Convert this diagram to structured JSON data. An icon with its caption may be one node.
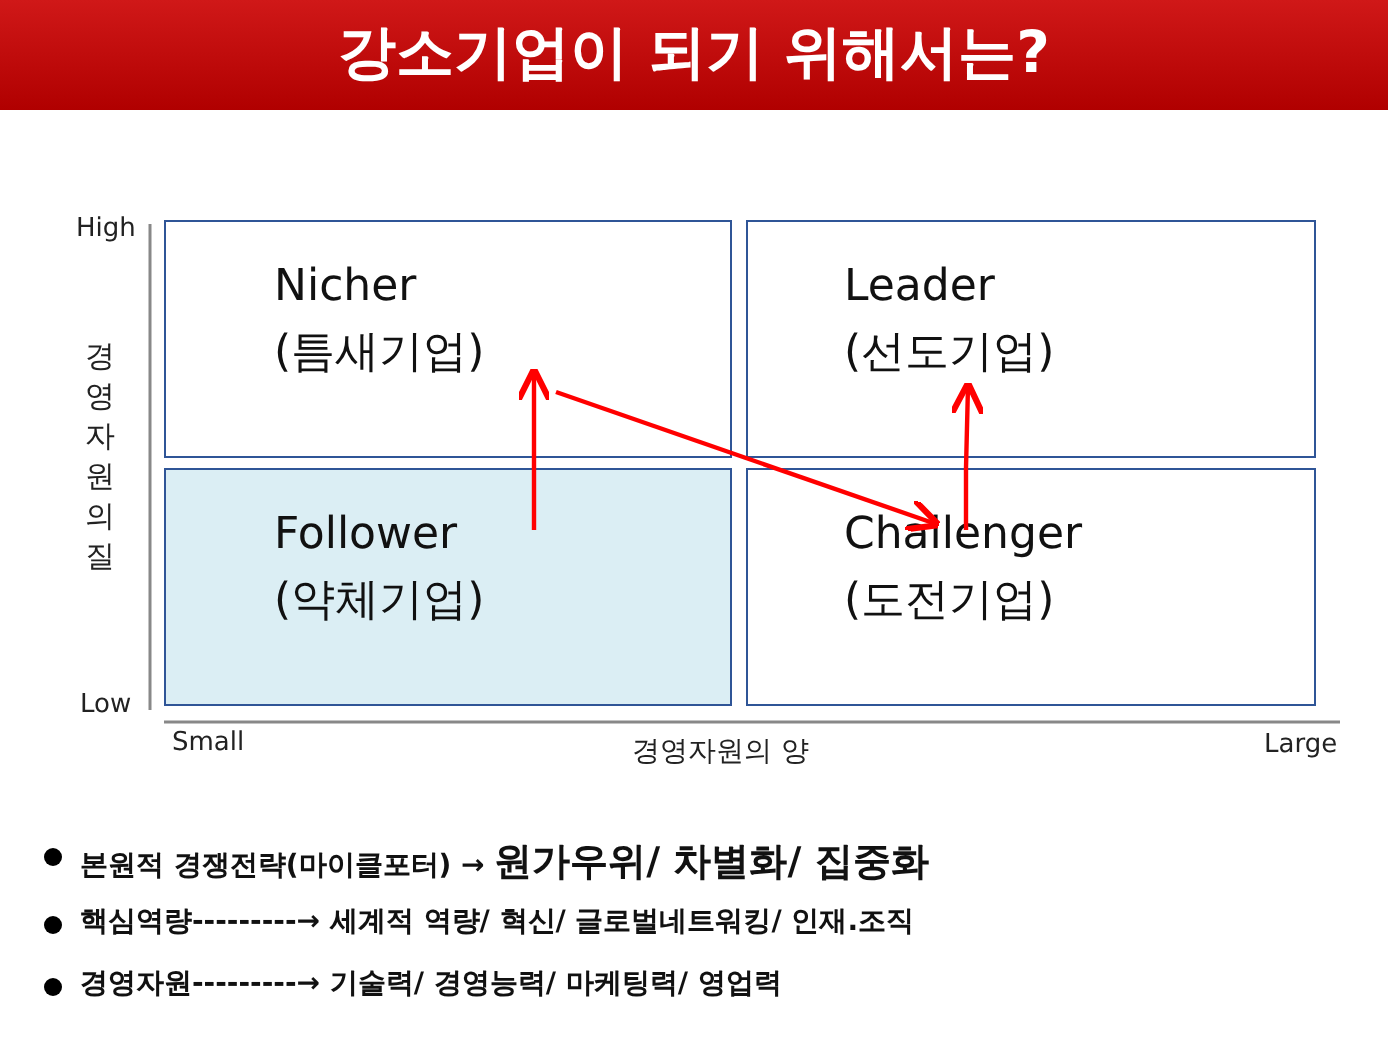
{
  "diagram": {
    "title": "강소기업이 되기 위해서는?",
    "nodes": [
      {
        "text": [
          "Nicher",
          "(틈새기업)"
        ]
      },
      {
        "text": [
          "Leader",
          "(선도기업)"
        ]
      },
      {
        "text": [
          "Follower",
          "(약체기업)"
        ]
      },
      {
        "text": [
          "Challenger",
          "(도전기업)"
        ]
      }
    ],
    "edges": [
      {
        "from": 2,
        "to": 0,
        "arrow": "to",
        "color": "#ff0000"
      },
      {
        "from": 0,
        "to": 3,
        "arrow": "to",
        "color": "#ff0000"
      },
      {
        "from": 3,
        "to": 1,
        "arrow": "to",
        "color": "#ff0000"
      }
    ],
    "labels": [
      "High",
      "경영자원의 질",
      "Low",
      "Small",
      "경영자원의 양",
      "Large",
      "본원적 경쟁전략(마이클포터) → **원가우위/ 차별화/ 집중화**",
      "핵심역량---------→ 세계적 역량/ 혁신/ 글로벌네트워킹/ 인재.조직",
      "경영자원---------→ 기술력/ 경영능력/ 마케팅력/ 영업력"
    ]
  }
}
